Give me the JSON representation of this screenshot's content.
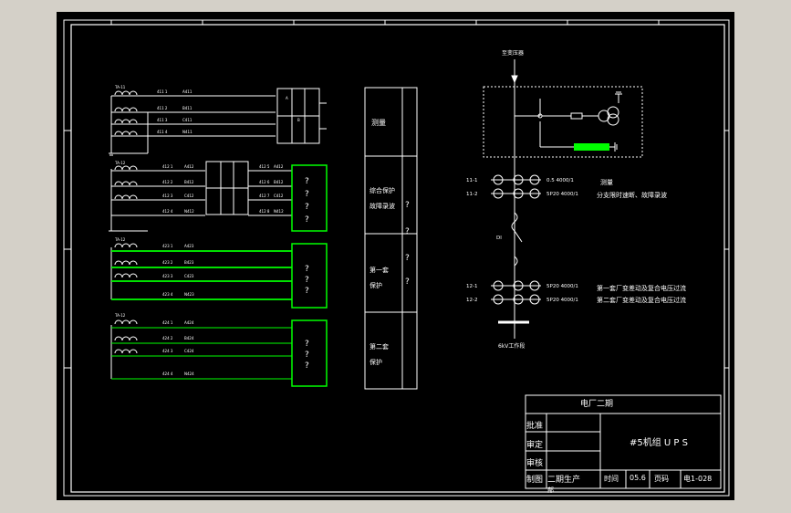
{
  "diagram": {
    "top_source": "至变压器",
    "upper_block": "测量",
    "panel_sections": [
      {
        "line1": "综合保护",
        "line2": "故障录波"
      },
      {
        "line1": "第一套",
        "line2": "保护"
      },
      {
        "line1": "第二套",
        "line2": "保护"
      }
    ],
    "ct_groups": [
      {
        "codes": [
          "11-1",
          "11-2"
        ],
        "ratios": [
          "0.5  4000/1",
          "5P20 4000/1"
        ],
        "desc": [
          "测量",
          "分支限时速断、故障录波"
        ]
      },
      {
        "codes": [
          "12-1",
          "12-2"
        ],
        "ratios": [
          "5P20 4000/1",
          "5P20 4000/1"
        ],
        "desc": [
          "第一套厂变差动及复合电压过流",
          "第二套厂变差动及复合电压过流"
        ]
      }
    ],
    "breaker_label": "DI",
    "busbar_label": "6kV工作段",
    "question_mark": "?"
  },
  "title_block": {
    "project": "电厂二期",
    "title": "#5机组 U P S",
    "rows": [
      "批准",
      "审定",
      "审核",
      "制图"
    ],
    "drafter": "二期生产",
    "drafter_extra": "部",
    "time_label": "时间",
    "time_value": "05.6",
    "page_label": "页码",
    "drawing_no": "电1-028"
  },
  "colors": {
    "background": "#000000",
    "line": "#ffffff",
    "highlight": "#00ff00",
    "window": "#d4d0c8"
  }
}
